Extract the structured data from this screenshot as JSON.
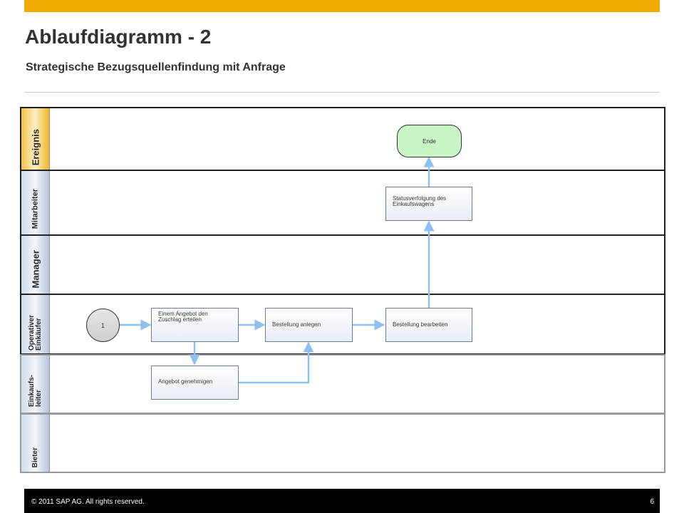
{
  "title": "Ablaufdiagramm - 2",
  "subtitle": "Strategische Bezugsquellenfindung mit Anfrage",
  "colors": {
    "accent_bar": "#F0AB00",
    "event_lane": "#F4C246",
    "role_lane": "#C9D3E6",
    "end_node": "#C8F5C6",
    "connector": "#8EC1F0"
  },
  "lanes": [
    {
      "label": "Ereignis"
    },
    {
      "label": "Mitarbeiter"
    },
    {
      "label": "Manager"
    },
    {
      "label": "Operativer\nEinkäufer"
    },
    {
      "label": "Einkaufs-\nleiter"
    },
    {
      "label": "Bieter"
    }
  ],
  "nodes": {
    "start": "1",
    "zuschlag": "Einem Angebot den Zuschlag erteilen",
    "angebot": "Angebot genehmigen",
    "bestellung_anlegen": "Bestellung anlegen",
    "bestellung_bearbeiten": "Bestellung bearbeiten",
    "status": "Statusverfolgung des Einkaufswagens",
    "ende": "Ende"
  },
  "footer": {
    "copyright": "© 2011 SAP AG. All rights reserved.",
    "page": "6"
  }
}
